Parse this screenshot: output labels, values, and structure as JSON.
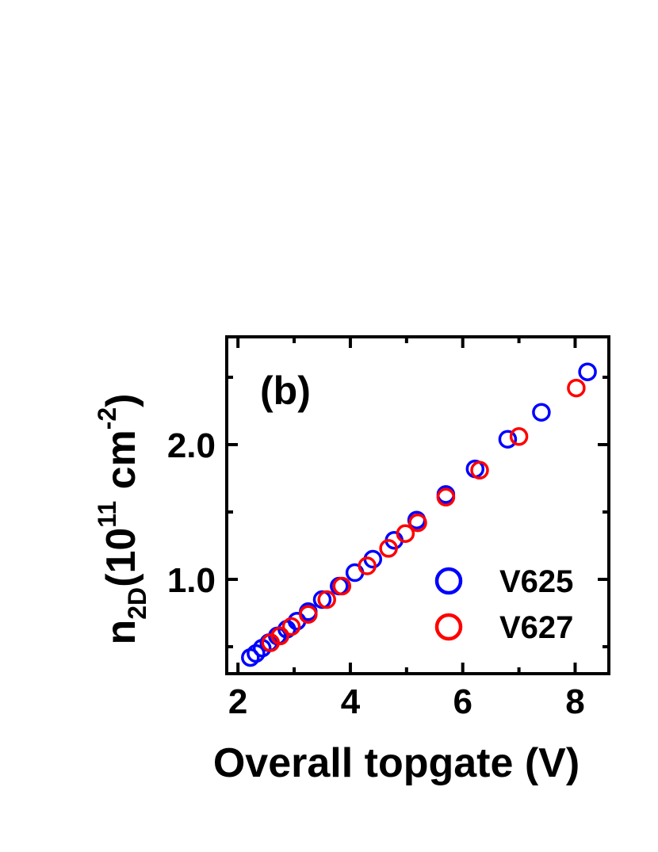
{
  "chart_data": {
    "type": "scatter",
    "panel_label": "(b)",
    "xlabel": "Overall topgate (V)",
    "ylabel": {
      "base": "n",
      "subscript": "2D",
      "unit_prefix": "(10",
      "superscript_exp": "11",
      "unit_mid": " cm",
      "superscript_unit": "-2",
      "unit_suffix": ")"
    },
    "xlim": [
      1.8,
      8.6
    ],
    "ylim": [
      0.3,
      2.8
    ],
    "xticks": [
      2,
      4,
      6,
      8
    ],
    "xtick_labels": [
      "2",
      "4",
      "6",
      "8"
    ],
    "yticks": [
      1.0,
      2.0
    ],
    "ytick_labels": [
      "1.0",
      "2.0"
    ],
    "grid": false,
    "legend_position": "lower-right",
    "marker": "open-circle",
    "series": [
      {
        "name": "V625",
        "color": "#0000ff",
        "points": [
          [
            2.22,
            0.42
          ],
          [
            2.32,
            0.45
          ],
          [
            2.43,
            0.49
          ],
          [
            2.55,
            0.53
          ],
          [
            2.7,
            0.58
          ],
          [
            2.87,
            0.63
          ],
          [
            3.05,
            0.69
          ],
          [
            3.25,
            0.76
          ],
          [
            3.5,
            0.85
          ],
          [
            3.8,
            0.95
          ],
          [
            4.08,
            1.05
          ],
          [
            4.4,
            1.15
          ],
          [
            4.78,
            1.29
          ],
          [
            5.18,
            1.44
          ],
          [
            5.7,
            1.63
          ],
          [
            6.22,
            1.82
          ],
          [
            6.8,
            2.04
          ],
          [
            7.4,
            2.24
          ],
          [
            8.22,
            2.54
          ]
        ]
      },
      {
        "name": "V627",
        "color": "#ff0000",
        "points": [
          [
            2.58,
            0.53
          ],
          [
            2.75,
            0.58
          ],
          [
            2.95,
            0.65
          ],
          [
            3.25,
            0.74
          ],
          [
            3.58,
            0.85
          ],
          [
            3.85,
            0.95
          ],
          [
            4.3,
            1.1
          ],
          [
            4.68,
            1.23
          ],
          [
            4.98,
            1.34
          ],
          [
            5.2,
            1.42
          ],
          [
            5.7,
            1.61
          ],
          [
            6.3,
            1.81
          ],
          [
            7.0,
            2.06
          ],
          [
            8.02,
            2.42
          ]
        ]
      }
    ]
  }
}
